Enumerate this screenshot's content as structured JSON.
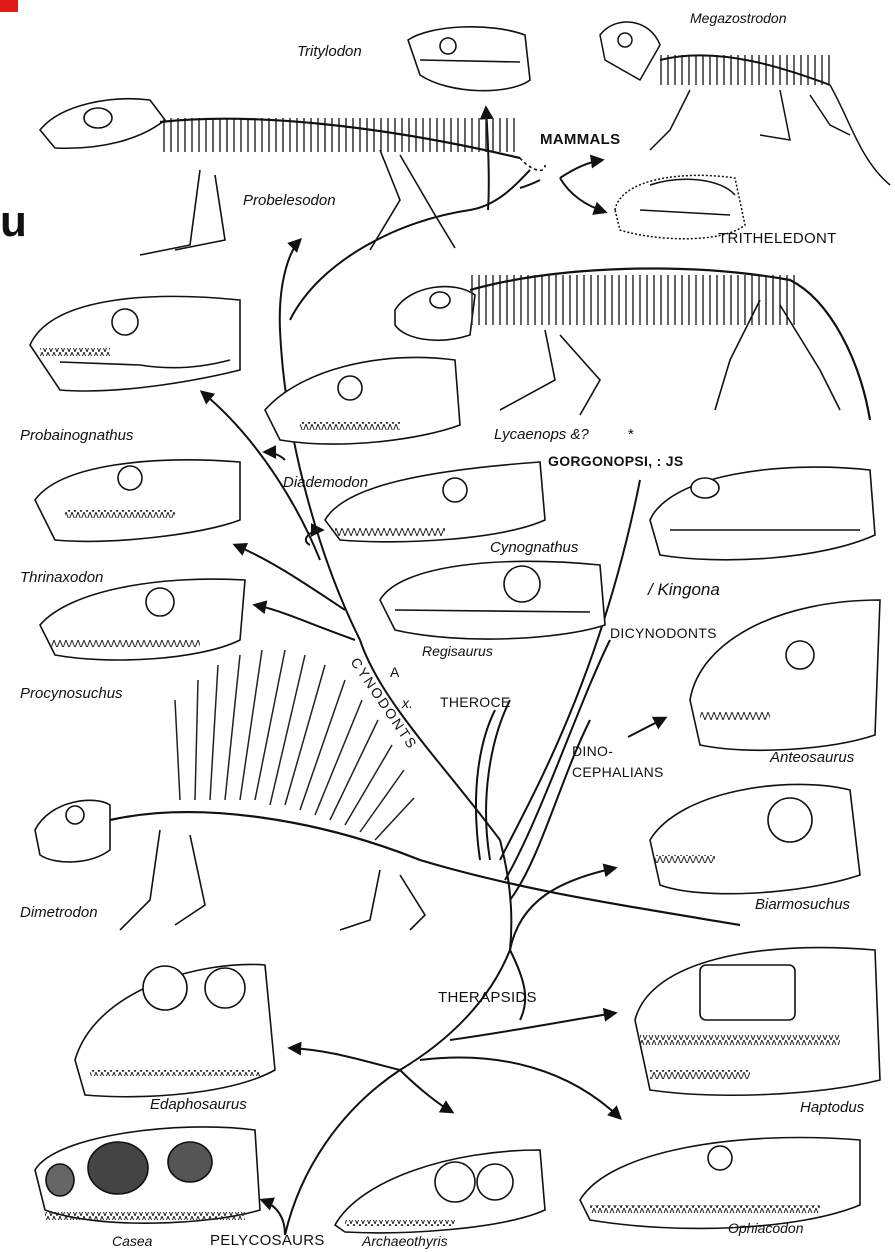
{
  "corner": {
    "glyph": "u"
  },
  "labels": {
    "tritylodon": "Tritylodon",
    "megazostrodon": "Megazostrodon",
    "mammals": "MAMMALS",
    "probelesodon": "Probelesodon",
    "tritheledont": "TRITHELEDONT",
    "probainognathus": "Probainognathus",
    "lycaenops": "Lycaenops &?",
    "asterisk": "*",
    "gorgonopsians": "GORGONOPSI, : JS",
    "diademodon": "Diademodon",
    "cynognathus": "Cynognathus",
    "thrinaxodon": "Thrinaxodon",
    "kingona": "/ Kingona",
    "dicynodonts": "DICYNODONTS",
    "regisaurus": "Regisaurus",
    "procynosuchus": "Procynosuchus",
    "cynodonts": "CYNODONTS",
    "a_mark": "A",
    "x_mark": "x.",
    "therocephalians": "THEROCE",
    "dinocephalians_1": "DINO-",
    "dinocephalians_2": "CEPHALIANS",
    "anteosaurus": "Anteosaurus",
    "dimetrodon": "Dimetrodon",
    "biarmosuchus": "Biarmosuchus",
    "therapsids": "THERAPSIDS",
    "edaphosaurus": "Edaphosaurus",
    "haptodus": "Haptodus",
    "ophiacodon": "Ophiacodon",
    "casea": "Casea",
    "pelycosaurs": "PELYCOSAURS",
    "archaeothyris": "Archaeothyris"
  }
}
